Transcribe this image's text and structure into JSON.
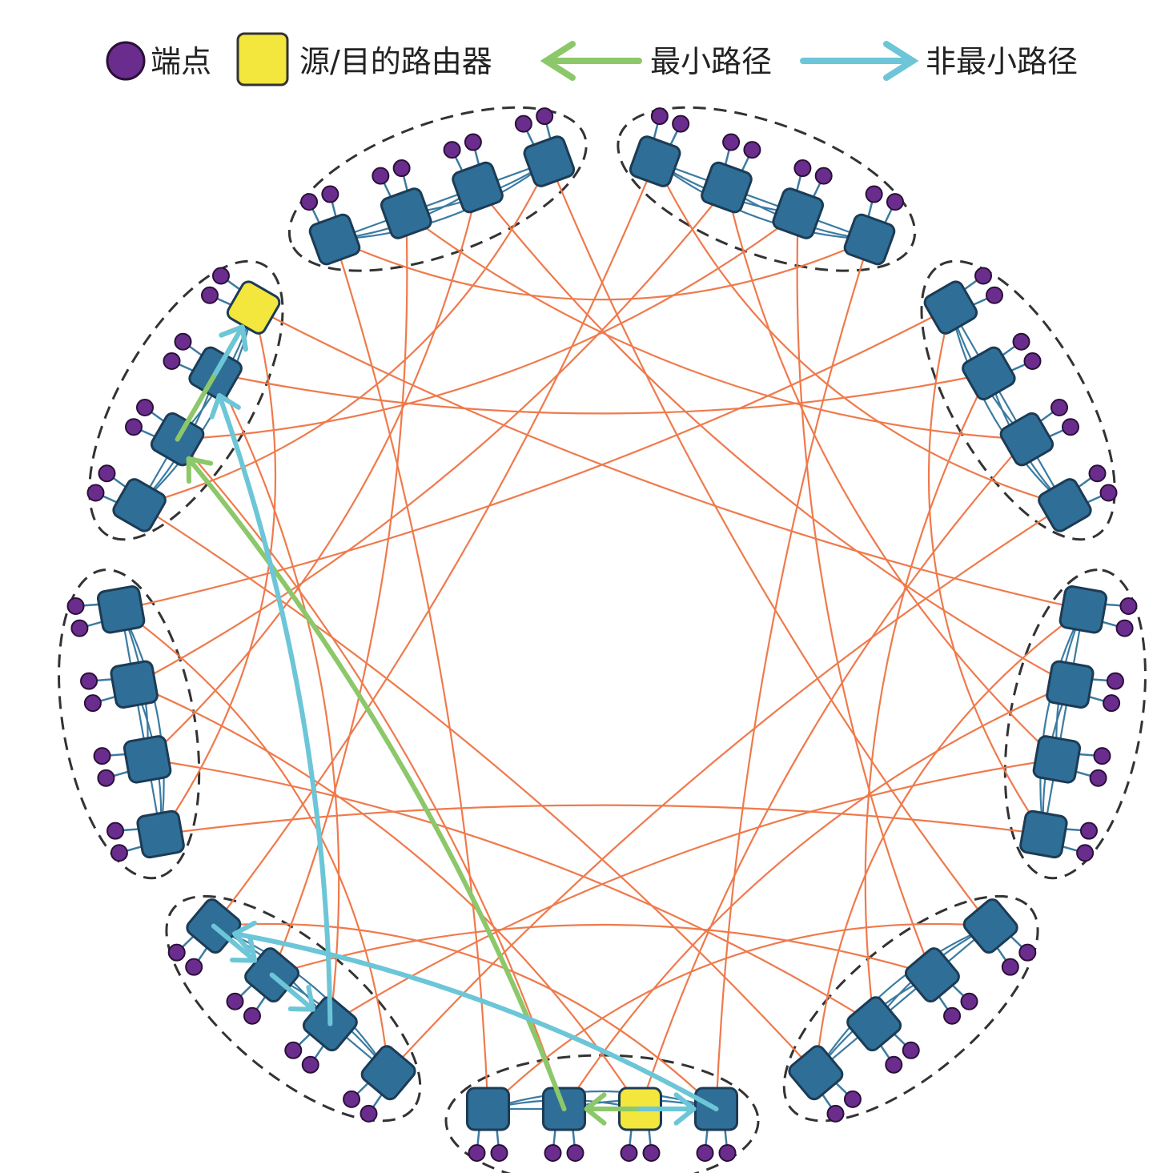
{
  "legend": {
    "endpoint": "端点",
    "src_dst_router": "源/目的路由器",
    "minimal_path": "最小路径",
    "non_minimal_path": "非最小路径"
  },
  "topology": {
    "groups": 9,
    "routers_per_group": 4,
    "endpoints_per_router": 2,
    "source": {
      "group": 0,
      "router": 2
    },
    "destination": {
      "group": 6,
      "router": 0
    },
    "minimal_path": [
      [
        0,
        2
      ],
      [
        0,
        1
      ],
      [
        6,
        2
      ],
      [
        6,
        0
      ]
    ],
    "non_minimal_path": [
      [
        0,
        2
      ],
      [
        0,
        3
      ],
      [
        8,
        0
      ],
      [
        8,
        1
      ],
      [
        8,
        2
      ],
      [
        6,
        1
      ],
      [
        6,
        0
      ]
    ]
  },
  "colors": {
    "router": "#2f6f97",
    "router_border": "#1c3b55",
    "endpoint": "#6a2d8e",
    "highlight_router": "#f3e63c",
    "global_link": "#ef7a4c",
    "local_link": "#3b7ba2",
    "minimal": "#8cc86a",
    "non_minimal": "#6cc6d7",
    "group_outline": "#333333"
  }
}
